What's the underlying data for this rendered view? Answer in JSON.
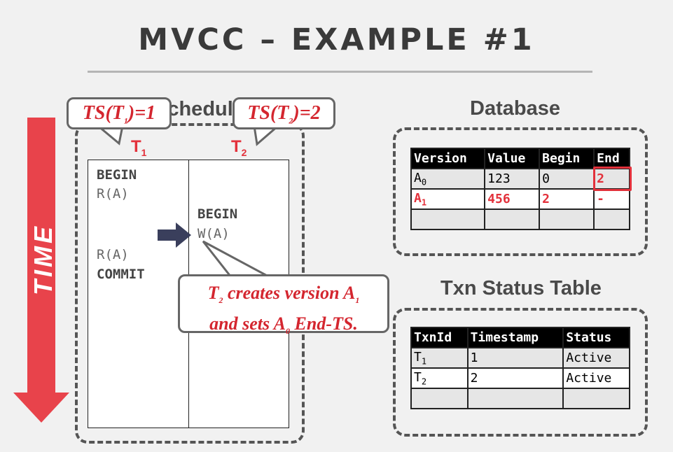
{
  "title": "MVCC – EXAMPLE #1",
  "time_label": "TIME",
  "schedule": {
    "heading": "Schedule",
    "t1": {
      "label": "T",
      "sub": "1",
      "ops": [
        "BEGIN",
        "R(A)",
        "R(A)",
        "COMMIT"
      ]
    },
    "t2": {
      "label": "T",
      "sub": "2",
      "ops": [
        "BEGIN",
        "W(A)"
      ]
    },
    "bubble_t1": {
      "prefix": "TS(T",
      "sub": "1",
      "suffix": ")=1"
    },
    "bubble_t2": {
      "prefix": "TS(T",
      "sub": "2",
      "suffix": ")=2"
    },
    "callout": {
      "line1_a": "T",
      "line1_sub_a": "2",
      "line1_b": " creates version A",
      "line1_sub_b": "1",
      "line2_a": "and sets A",
      "line2_sub": "0",
      "line2_b": " End-TS."
    }
  },
  "database": {
    "heading": "Database",
    "columns": [
      "Version",
      "Value",
      "Begin",
      "End"
    ],
    "rows": [
      {
        "version": "A",
        "version_sub": "0",
        "value": "123",
        "begin": "0",
        "end": "2"
      },
      {
        "version": "A",
        "version_sub": "1",
        "value": "456",
        "begin": "2",
        "end": "-"
      }
    ]
  },
  "txn_status": {
    "heading": "Txn Status Table",
    "columns": [
      "TxnId",
      "Timestamp",
      "Status"
    ],
    "rows": [
      {
        "txn": "T",
        "txn_sub": "1",
        "timestamp": "1",
        "status": "Active"
      },
      {
        "txn": "T",
        "txn_sub": "2",
        "timestamp": "2",
        "status": "Active"
      }
    ]
  },
  "colors": {
    "accent_red": "#e3313b",
    "arrow_navy": "#3a3f5c",
    "header_black": "#000000"
  }
}
